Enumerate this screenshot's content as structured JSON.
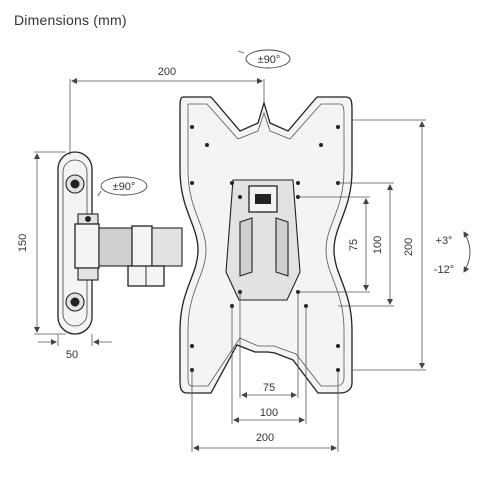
{
  "title": "Dimensions (mm)",
  "dims": {
    "top_width": "200",
    "bottom_width": "200",
    "wall_height": "150",
    "wall_width": "50",
    "bottom_75": "75",
    "bottom_100": "100",
    "right_75": "75",
    "right_100": "100",
    "right_200": "200"
  },
  "labels": {
    "rotation_top": "±90°",
    "rotation_arm": "±90°",
    "tilt_up": "+3°",
    "tilt_down": "-12°"
  }
}
